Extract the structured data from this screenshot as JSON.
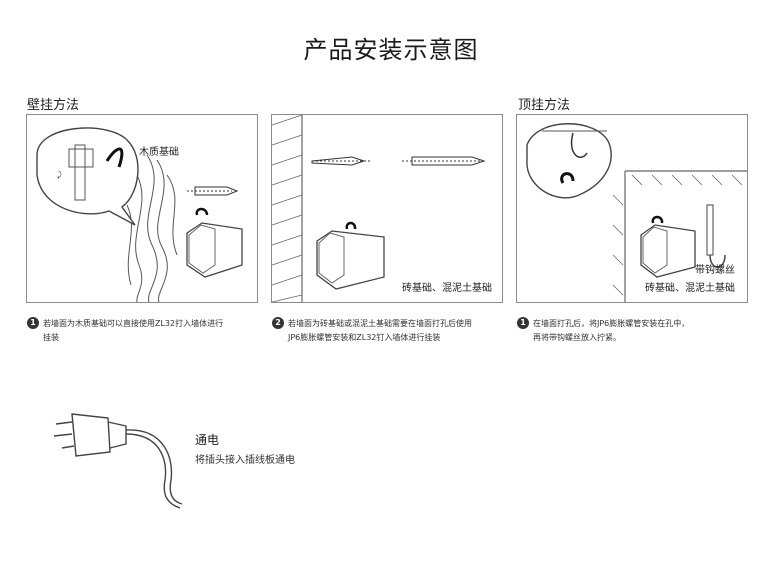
{
  "title": "产品安装示意图",
  "sections": {
    "wall": {
      "label": "壁挂方法",
      "panel_label": "木质基础"
    },
    "brick": {
      "panel_label": "砖基础、混泥土基础"
    },
    "ceiling": {
      "label": "顶挂方法",
      "hook_label": "带钩螺丝",
      "base_label": "砖基础、混泥土基础"
    }
  },
  "steps": [
    {
      "num": "1",
      "lines": [
        "若墙面为木质基础可以直接使用ZL32打入墙体进行",
        "挂装"
      ]
    },
    {
      "num": "2",
      "lines": [
        "若墙面为砖基础或混泥土基础需要在墙面打孔后使用",
        "JP6膨胀螺管安装和ZL32钉入墙体进行挂装"
      ]
    },
    {
      "num": "1",
      "lines": [
        "在墙面打孔后，将JP6膨胀螺管安装在孔中，",
        "再将带钩螺丝放入拧紧。"
      ]
    }
  ],
  "power": {
    "title": "通电",
    "desc": "将插头接入插线板通电"
  }
}
